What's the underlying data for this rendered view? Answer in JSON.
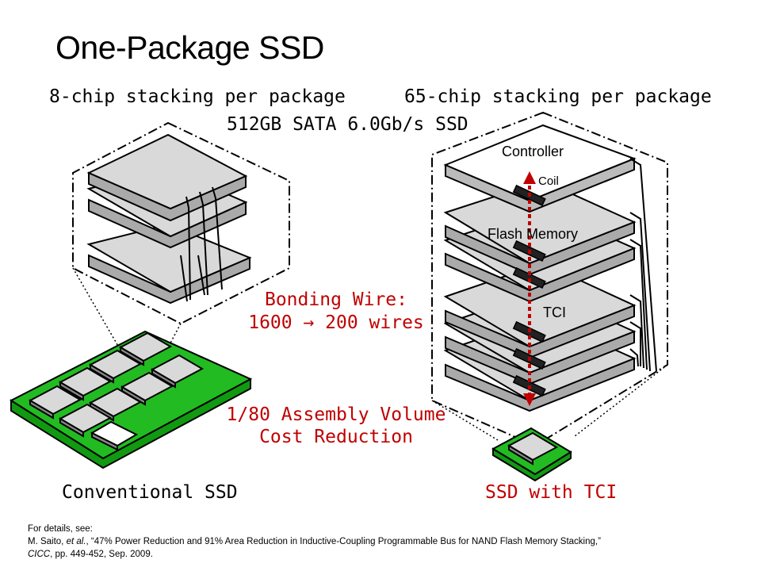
{
  "slide": {
    "title": "One-Package SSD",
    "left_heading": "8-chip stacking per package",
    "right_heading": "65-chip stacking per package",
    "center_heading": "512GB SATA 6.0Gb/s SSD",
    "bonding_line1": "Bonding Wire:",
    "bonding_line2": "1600 → 200 wires",
    "assembly_line1": "1/80 Assembly Volume",
    "assembly_line2": "Cost Reduction",
    "left_caption": "Conventional SSD",
    "right_caption": "SSD with TCI",
    "stack_labels": {
      "controller": "Controller",
      "coil": "Coil",
      "flash": "Flash Memory",
      "tci": "TCI"
    },
    "footnote": {
      "line1": "For details, see:",
      "line2_author": "M. Saito, ",
      "line2_etal": "et al.",
      "line2_rest": ", “47% Power Reduction and 91% Area Reduction in Inductive-Coupling Programmable Bus for NAND Flash Memory Stacking,”",
      "line3_venue": "CICC",
      "line3_rest": ", pp. 449-452, Sep. 2009."
    }
  },
  "colors": {
    "board_green": "#22bb22",
    "chip_gray": "#d9d9d9",
    "accent_red": "#c00000"
  }
}
